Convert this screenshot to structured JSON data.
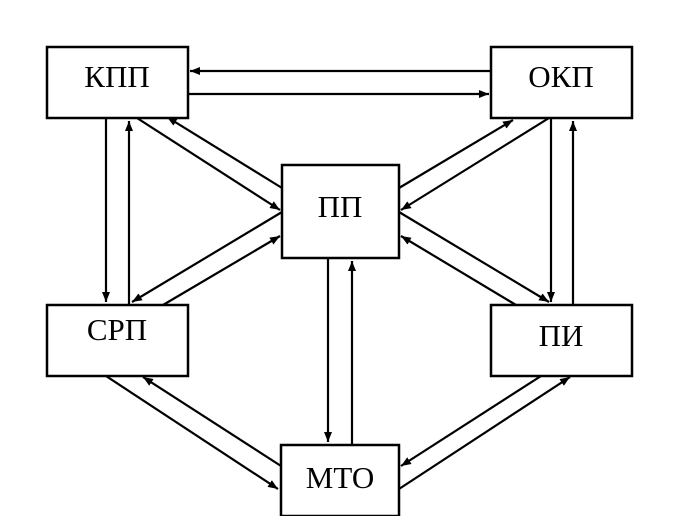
{
  "nodes": {
    "kpp": "КПП",
    "okp": "ОКП",
    "pp": "ПП",
    "srp": "СРП",
    "pi": "ПИ",
    "mto": "МТО"
  },
  "edges": [
    {
      "from": "kpp",
      "to": "okp"
    },
    {
      "from": "okp",
      "to": "kpp"
    },
    {
      "from": "kpp",
      "to": "srp"
    },
    {
      "from": "srp",
      "to": "kpp"
    },
    {
      "from": "okp",
      "to": "pi"
    },
    {
      "from": "pi",
      "to": "okp"
    },
    {
      "from": "kpp",
      "to": "pp"
    },
    {
      "from": "pp",
      "to": "kpp"
    },
    {
      "from": "okp",
      "to": "pp"
    },
    {
      "from": "pp",
      "to": "okp"
    },
    {
      "from": "srp",
      "to": "pp"
    },
    {
      "from": "pp",
      "to": "srp"
    },
    {
      "from": "pi",
      "to": "pp"
    },
    {
      "from": "pp",
      "to": "pi"
    },
    {
      "from": "pp",
      "to": "mto"
    },
    {
      "from": "mto",
      "to": "pp"
    },
    {
      "from": "srp",
      "to": "mto"
    },
    {
      "from": "mto",
      "to": "srp"
    },
    {
      "from": "pi",
      "to": "mto"
    },
    {
      "from": "mto",
      "to": "pi"
    }
  ],
  "colors": {
    "stroke": "#000000",
    "box_fill": "#ffffff",
    "background": "#ffffff"
  }
}
